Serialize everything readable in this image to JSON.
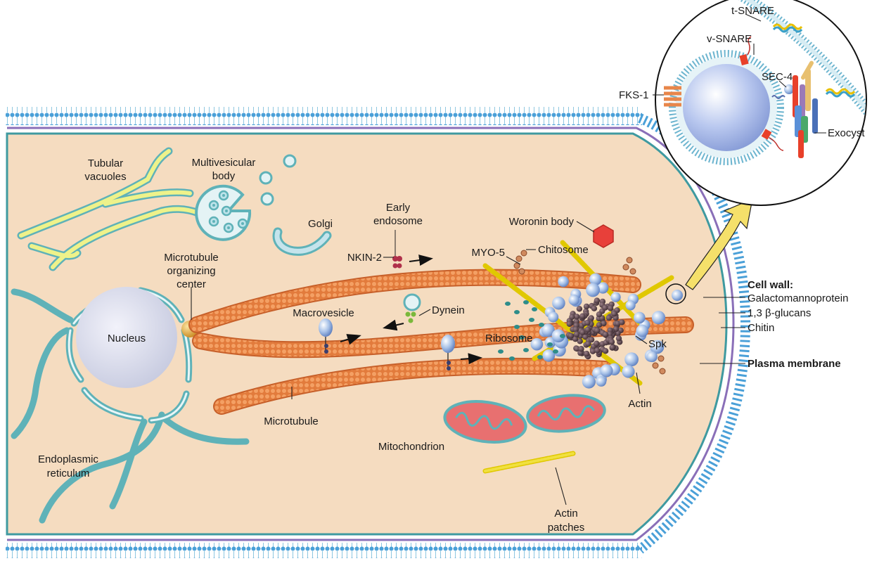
{
  "labels": {
    "tubular_vacuoles": [
      "Tubular",
      "vacuoles"
    ],
    "multivesicular_body": [
      "Multivesicular",
      "body"
    ],
    "golgi": "Golgi",
    "early_endosome": [
      "Early",
      "endosome"
    ],
    "woronin_body": "Woronin body",
    "microtubule_organizing_center": [
      "Microtubule",
      "organizing",
      "center"
    ],
    "nkin2": "NKIN-2",
    "myo5": "MYO-5",
    "chitosome": "Chitosome",
    "nucleus": "Nucleus",
    "macrovesicle": "Macrovesicle",
    "dynein": "Dynein",
    "ribosome": "Ribosome",
    "spk": "Spk",
    "actin": "Actin",
    "microtubule": "Microtubule",
    "mitochondrion": "Mitochondrion",
    "endoplasmic_reticulum": [
      "Endoplasmic",
      "reticulum"
    ],
    "actin_patches": [
      "Actin",
      "patches"
    ],
    "cell_wall_heading": "Cell wall:",
    "galactomannoprotein": "Galactomannoprotein",
    "glucans": "1,3 β-glucans",
    "chitin": "Chitin",
    "plasma_membrane": "Plasma membrane",
    "t_snare": "t-SNARE",
    "v_snare": "v-SNARE",
    "sec4": "SEC-4",
    "fks1": "FKS-1",
    "exocyst": "Exocyst"
  },
  "colors": {
    "cytoplasm": "#f5dcc0",
    "membrane_outline": "#3f9aa0",
    "cell_wall_blue": "#4aa0d8",
    "microtubule": "#e8864a",
    "actin": "#f0e040",
    "er": "#5fb2b8",
    "vacuole": "#eef28a",
    "vesicle": "#9ab8e2",
    "ribosome": "#5a4248",
    "woronin": "#e8403a",
    "mitochondrion": "#e87070",
    "inset_bg": "#dff0f5",
    "callout_arrow": "#f5e06a"
  }
}
